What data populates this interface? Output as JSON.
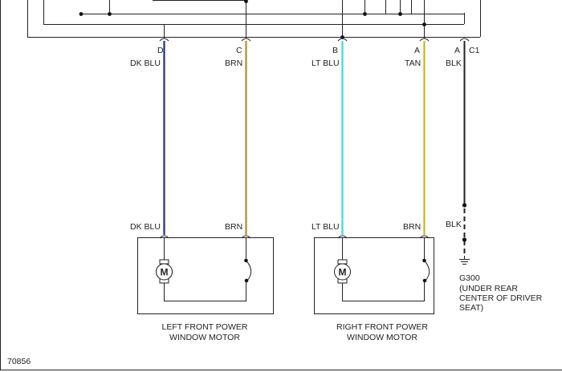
{
  "connector": {
    "id": "C1"
  },
  "pins": [
    {
      "id": "D",
      "wire_top": "DK BLU",
      "color": "#1f2f8a"
    },
    {
      "id": "C",
      "wire_top": "BRN",
      "color": "#b58a2a"
    },
    {
      "id": "B",
      "wire_top": "LT BLU",
      "color": "#3fd6de"
    },
    {
      "id": "A",
      "wire_top": "TAN",
      "color": "#d6b219"
    },
    {
      "id": "A",
      "wire_top": "BLK",
      "color": "#222222"
    }
  ],
  "motors": [
    {
      "label_line1": "LEFT FRONT POWER",
      "label_line2": "WINDOW MOTOR",
      "wire_left": "DK BLU",
      "wire_right": "BRN",
      "symbol": "M"
    },
    {
      "label_line1": "RIGHT FRONT POWER",
      "label_line2": "WINDOW MOTOR",
      "wire_left": "LT BLU",
      "wire_right": "BRN",
      "symbol": "M"
    }
  ],
  "ground": {
    "wire_label": "BLK",
    "name": "G300",
    "location_lines": [
      "(UNDER REAR",
      "CENTER OF DRIVER",
      "SEAT)"
    ]
  },
  "figure_id": "70856"
}
